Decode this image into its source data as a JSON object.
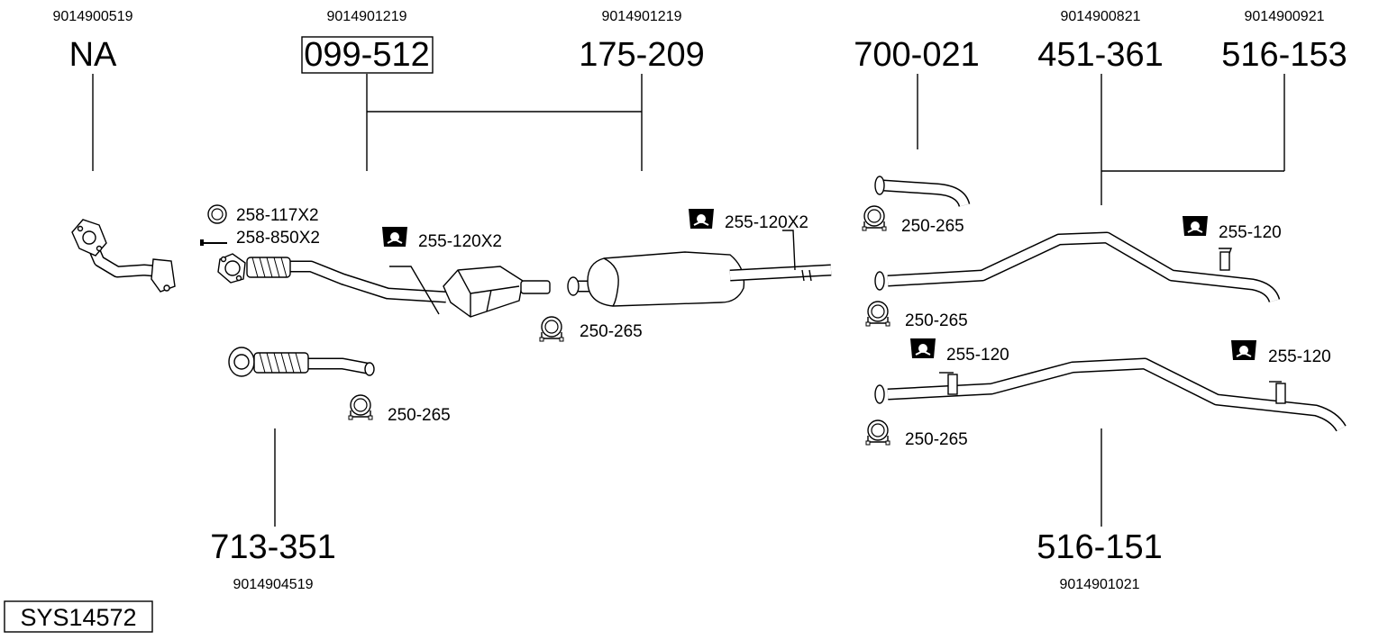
{
  "diagram": {
    "system_code": "SYS14572",
    "parts": [
      {
        "ref": "9014900519",
        "number": "NA"
      },
      {
        "ref": "9014901219",
        "number": "099-512",
        "boxed": true
      },
      {
        "ref": "9014901219",
        "number": "175-209"
      },
      {
        "ref": "",
        "number": "700-021"
      },
      {
        "ref": "9014900821",
        "number": "451-361"
      },
      {
        "ref": "9014900921",
        "number": "516-153"
      },
      {
        "ref": "9014904519",
        "number": "713-351"
      },
      {
        "ref": "9014901021",
        "number": "516-151"
      }
    ],
    "accessories": [
      {
        "label": "258-117X2",
        "icon": "ring-icon"
      },
      {
        "label": "258-850X2",
        "icon": "bolt-icon"
      },
      {
        "label": "255-120X2",
        "icon": "rubber-hanger-icon"
      },
      {
        "label": "255-120X2",
        "icon": "rubber-hanger-icon"
      },
      {
        "label": "250-265",
        "icon": "pipe-clamp-icon"
      },
      {
        "label": "250-265",
        "icon": "pipe-clamp-icon"
      },
      {
        "label": "250-265",
        "icon": "pipe-clamp-icon"
      },
      {
        "label": "250-265",
        "icon": "pipe-clamp-icon"
      },
      {
        "label": "250-265",
        "icon": "pipe-clamp-icon"
      },
      {
        "label": "255-120",
        "icon": "rubber-hanger-icon"
      },
      {
        "label": "255-120",
        "icon": "rubber-hanger-icon"
      },
      {
        "label": "255-120",
        "icon": "rubber-hanger-icon"
      }
    ]
  }
}
